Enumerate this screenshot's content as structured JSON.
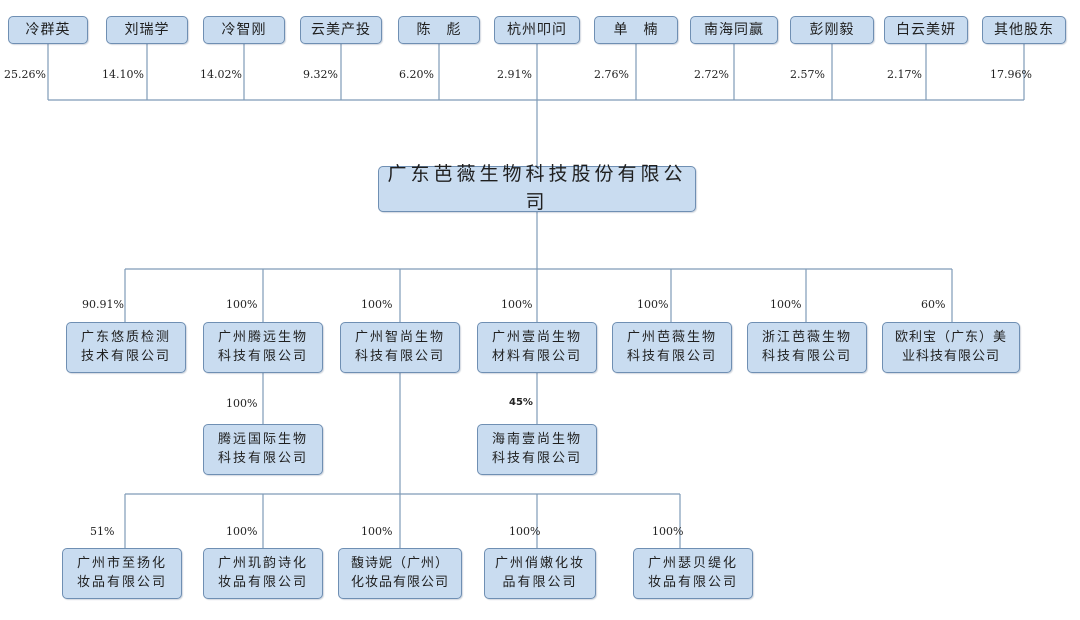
{
  "shareholders": [
    {
      "name": "冷群英",
      "percent": "25.26%"
    },
    {
      "name": "刘瑞学",
      "percent": "14.10%"
    },
    {
      "name": "冷智刚",
      "percent": "14.02%"
    },
    {
      "name": "云美产投",
      "percent": "9.32%"
    },
    {
      "name": "陈　彪",
      "percent": "6.20%"
    },
    {
      "name": "杭州叩问",
      "percent": "2.91%"
    },
    {
      "name": "单　楠",
      "percent": "2.76%"
    },
    {
      "name": "南海同赢",
      "percent": "2.72%"
    },
    {
      "name": "彭刚毅",
      "percent": "2.57%"
    },
    {
      "name": "白云美妍",
      "percent": "2.17%"
    },
    {
      "name": "其他股东",
      "percent": "17.96%"
    }
  ],
  "company": {
    "name": "广东芭薇生物科技股份有限公司"
  },
  "subsidiaries": [
    {
      "name": "广东悠质检测\n技术有限公司",
      "percent": "90.91%"
    },
    {
      "name": "广州腾远生物\n科技有限公司",
      "percent": "100%"
    },
    {
      "name": "广州智尚生物\n科技有限公司",
      "percent": "100%"
    },
    {
      "name": "广州壹尚生物\n材料有限公司",
      "percent": "100%"
    },
    {
      "name": "广州芭薇生物\n科技有限公司",
      "percent": "100%"
    },
    {
      "name": "浙江芭薇生物\n科技有限公司",
      "percent": "100%"
    },
    {
      "name": "欧利宝（广东）美\n业科技有限公司",
      "percent": "60%"
    }
  ],
  "second_level": [
    {
      "name": "腾远国际生物\n科技有限公司",
      "percent": "100%"
    },
    {
      "name": "海南壹尚生物\n科技有限公司",
      "percent": "45%"
    }
  ],
  "zhishang_subsidiaries": [
    {
      "name": "广州市至扬化\n妆品有限公司",
      "percent": "51%"
    },
    {
      "name": "广州玑韵诗化\n妆品有限公司",
      "percent": "100%"
    },
    {
      "name": "馥诗妮（广州）\n化妆品有限公司",
      "percent": "100%"
    },
    {
      "name": "广州俏嫩化妆\n品有限公司",
      "percent": "100%"
    },
    {
      "name": "广州瑟贝缇化\n妆品有限公司",
      "percent": "100%"
    }
  ]
}
